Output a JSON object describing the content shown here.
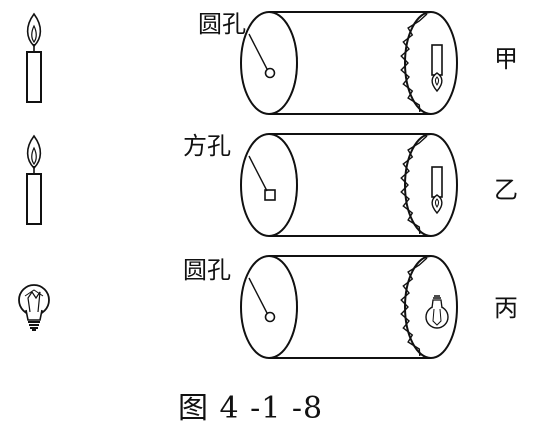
{
  "rows": [
    {
      "hole_label": "圆孔",
      "side_label": "甲",
      "hole_shape": "circle",
      "source": "candle",
      "image_source": "candle-flame"
    },
    {
      "hole_label": "方孔",
      "side_label": "乙",
      "hole_shape": "square",
      "source": "candle",
      "image_source": "candle-flame"
    },
    {
      "hole_label": "圆孔",
      "side_label": "丙",
      "hole_shape": "circle",
      "source": "bulb",
      "image_source": "light-bulb"
    }
  ],
  "caption": "图 4 -1 -8"
}
